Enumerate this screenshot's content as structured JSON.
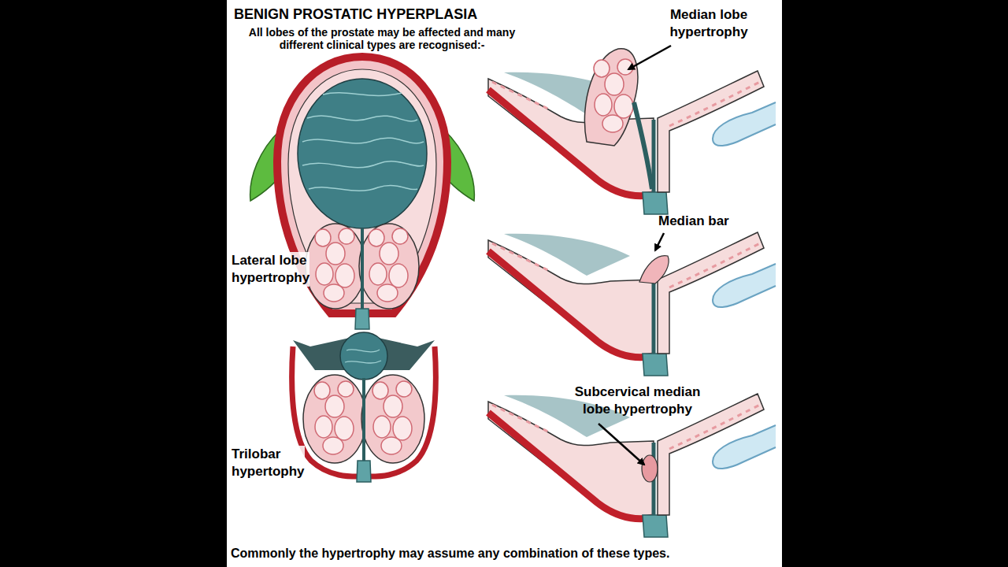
{
  "diagram": {
    "title": "BENIGN PROSTATIC HYPERPLASIA",
    "caption": "Commonly the hypertrophy may assume any combination of these types.",
    "labels": [
      "All lobes of the prostate may be affected and many different clinical types are recognised:-",
      "Median lobe hypertrophy",
      "Lateral lobe hypertrophy",
      "Median bar",
      "Trilobar hypertophy",
      "Subcervical median lobe hypertrophy"
    ]
  }
}
